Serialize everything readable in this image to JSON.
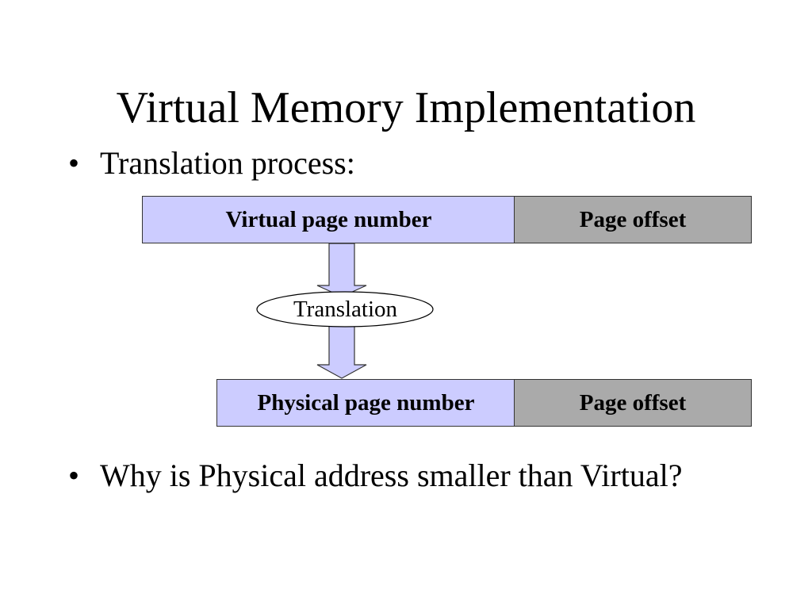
{
  "title": "Virtual Memory Implementation",
  "bullets": [
    "Translation process:",
    "Why is Physical address smaller than Virtual?"
  ],
  "bullet_glyph": "•",
  "diagram": {
    "virtual_address": {
      "page_number_label": "Virtual page number",
      "offset_label": "Page offset"
    },
    "translation_label": "Translation",
    "physical_address": {
      "page_number_label": "Physical page number",
      "offset_label": "Page offset"
    }
  },
  "colors": {
    "page_number_fill": "#ccccff",
    "offset_fill": "#aaaaaa",
    "arrow_fill": "#ccccff",
    "outline": "#333333"
  }
}
